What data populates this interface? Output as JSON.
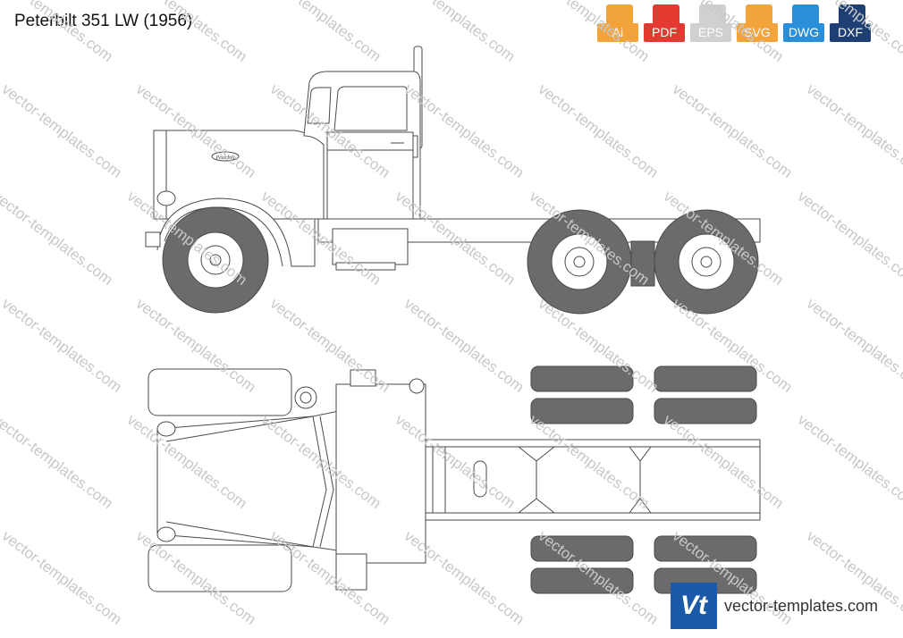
{
  "title": "Peterbilt 351 LW (1956)",
  "formats": [
    {
      "label": "Ai",
      "color": "#f2a33a",
      "icon": "ai-file-icon"
    },
    {
      "label": "PDF",
      "color": "#e23a30",
      "icon": "pdf-file-icon"
    },
    {
      "label": "EPS",
      "color": "#d0d0d0",
      "icon": "eps-file-icon"
    },
    {
      "label": "SVG",
      "color": "#f2a33a",
      "icon": "svg-file-icon"
    },
    {
      "label": "DWG",
      "color": "#2a8fd8",
      "icon": "dwg-file-icon"
    },
    {
      "label": "DXF",
      "color": "#1e3f73",
      "icon": "dxf-file-icon"
    }
  ],
  "badge": {
    "logo_text": "Vt",
    "site": "vector-templates.com"
  },
  "watermark": "vector-templates.com",
  "emblem": "Peterbilt",
  "colors": {
    "tire": "#6b6b6b",
    "line": "#4a4a4a",
    "brand": "#1a5aa8",
    "watermark": "#c8c8c8"
  }
}
